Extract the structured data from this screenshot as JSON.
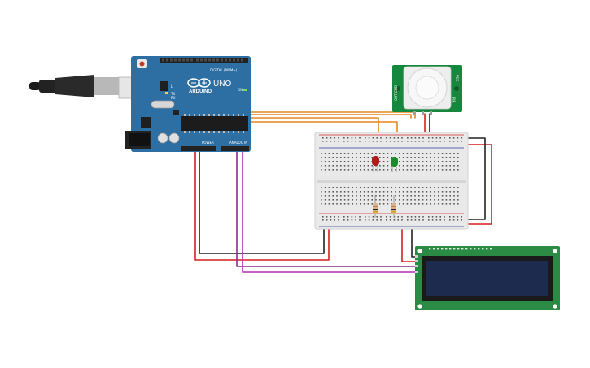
{
  "board": {
    "brand": "ARDUINO",
    "model": "UNO",
    "digital_header": "DIGITAL (PWM~)",
    "power_header": "POWER",
    "analog_header": "ANALOG IN",
    "tx_label": "TX",
    "rx_label": "RX",
    "l_label": "L",
    "on_label": "ON",
    "color": "#2d6ea3"
  },
  "pir_sensor": {
    "color": "#16883e",
    "left_label": "OUT GND",
    "right_label": "VCC",
    "mid_label": "PIR"
  },
  "breadboard": {
    "color": "#e9e9e9",
    "rail_red": "#d12a2a",
    "rail_blue": "#2a3c9b"
  },
  "leds": [
    {
      "name": "red-led",
      "color": "#b01a1a"
    },
    {
      "name": "green-led",
      "color": "#1a8a2a"
    }
  ],
  "lcd": {
    "board_color": "#2b8a43",
    "screen_color": "#1d2b4e"
  },
  "wires": {
    "orange": "#e08a1e",
    "red": "#d61f1f",
    "black": "#222222",
    "purple": "#8b2d8b",
    "magenta": "#b62db0",
    "yellow": "#e2c126",
    "green": "#2aa32a"
  }
}
